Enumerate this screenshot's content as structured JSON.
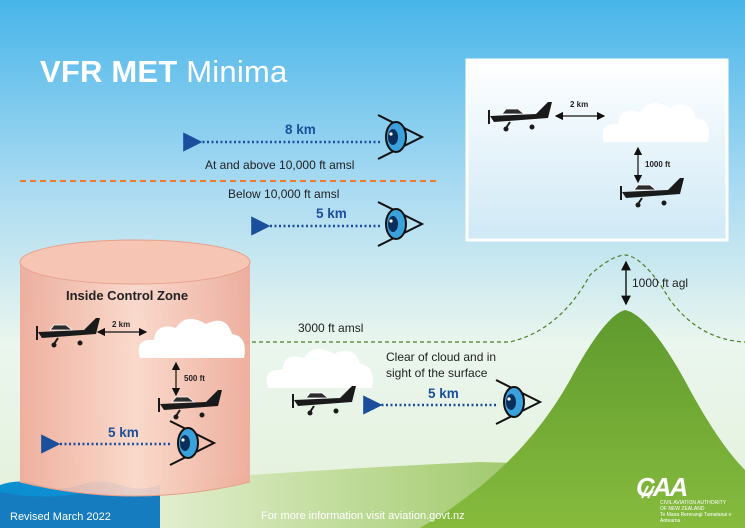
{
  "title": {
    "bold": "VFR MET",
    "regular": "Minima"
  },
  "upper": {
    "visibility": "8 km",
    "label": "At and above 10,000 ft amsl"
  },
  "lower": {
    "label": "Below 10,000 ft amsl",
    "visibility": "5 km"
  },
  "inset": {
    "horizontal": "2 km",
    "vertical": "1000 ft"
  },
  "control_zone": {
    "title": "Inside Control Zone",
    "horizontal": "2 km",
    "vertical": "500 ft",
    "visibility": "5 km"
  },
  "low_level": {
    "altitude": "3000 ft amsl",
    "condition_line1": "Clear of cloud and in",
    "condition_line2": "sight of the surface",
    "visibility": "5 km",
    "terrain_clearance": "1000 ft agl"
  },
  "footer": {
    "revised": "Revised March 2022",
    "info": "For more information visit aviation.govt.nz"
  },
  "logo": {
    "mark": "CAA",
    "line1": "CIVIL AVIATION AUTHORITY",
    "line2": "OF NEW ZEALAND",
    "line3": "Te Mana Rererangi Tumatanui o Aotearoa"
  },
  "colors": {
    "sky_top": "#4bb8ea",
    "sky_bottom": "#eef8e4",
    "grass": "#8cbf3f",
    "hill": "#5e9b2f",
    "dashed_orange": "#f07a2a",
    "visibility_blue": "#1b4f9c",
    "control_zone": "#f2b8a6",
    "water": "#0a8fd0"
  },
  "icons": [
    "eye-icon",
    "aircraft-icon",
    "cloud-icon",
    "arrow-icon",
    "logo-icon"
  ]
}
